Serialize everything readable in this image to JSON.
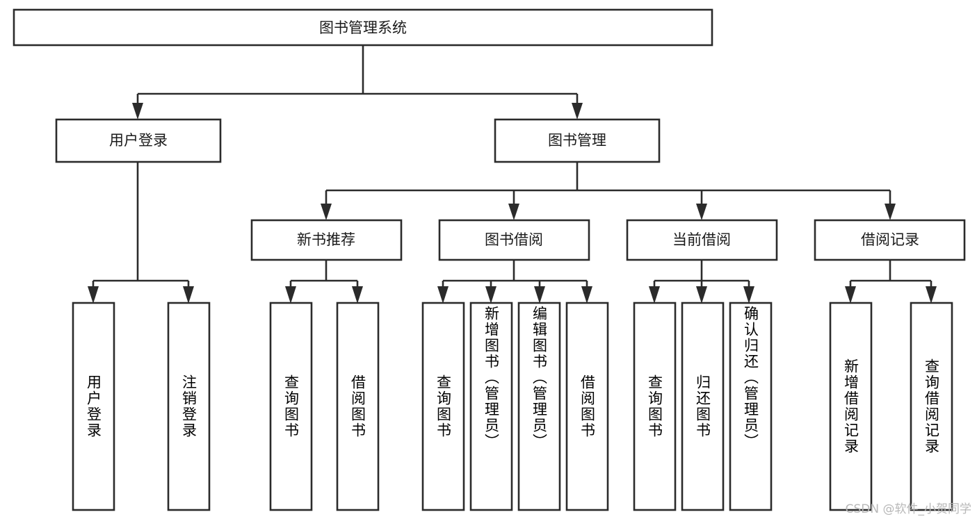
{
  "diagram": {
    "title": "图书管理系统",
    "type": "tree-hierarchy-diagram",
    "colors": {
      "box_stroke": "#2b2b2b",
      "box_fill": "#ffffff",
      "text": "#1a1a1a",
      "background": "#ffffff",
      "watermark": "#b8b8b8"
    },
    "root": {
      "label": "图书管理系统"
    },
    "level2": [
      {
        "label": "用户登录"
      },
      {
        "label": "图书管理"
      }
    ],
    "level3": [
      {
        "label": "新书推荐"
      },
      {
        "label": "图书借阅"
      },
      {
        "label": "当前借阅"
      },
      {
        "label": "借阅记录"
      }
    ],
    "leaves": {
      "user_login": [
        {
          "label": "用户登录"
        },
        {
          "label": "注销登录"
        }
      ],
      "new_book_recommend": [
        {
          "label": "查询图书"
        },
        {
          "label": "借阅图书"
        }
      ],
      "book_borrow": [
        {
          "label": "查询图书"
        },
        {
          "label": "新增图书（管理员）"
        },
        {
          "label": "编辑图书（管理员）"
        },
        {
          "label": "借阅图书"
        }
      ],
      "current_borrow": [
        {
          "label": "查询图书"
        },
        {
          "label": "归还图书"
        },
        {
          "label": "确认归还（管理员）"
        }
      ],
      "borrow_record": [
        {
          "label": "新增借阅记录"
        },
        {
          "label": "查询借阅记录"
        }
      ]
    }
  },
  "watermark": {
    "text": "CSDN @软件_小贺同学"
  }
}
